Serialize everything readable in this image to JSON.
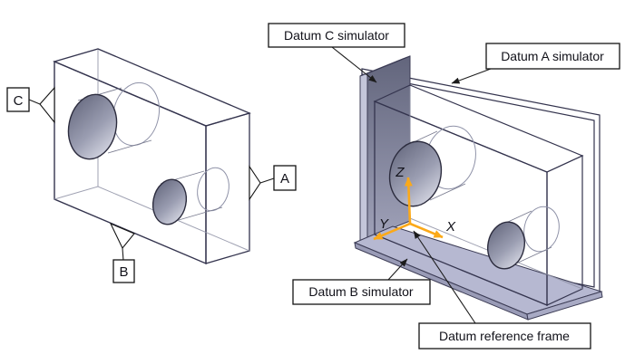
{
  "figure_left": {
    "description_role": "part with datum feature symbols",
    "datums": {
      "c": "C",
      "a": "A",
      "b": "B"
    }
  },
  "figure_right": {
    "description_role": "part seated in datum simulator fixture",
    "callouts": {
      "datum_c": "Datum C simulator",
      "datum_a": "Datum A simulator",
      "datum_b": "Datum B simulator",
      "datum_ref": "Datum reference frame"
    },
    "axes": {
      "x": "X",
      "y": "Y",
      "z": "Z"
    }
  },
  "colors": {
    "background": "#ffffff",
    "axis_orange": "#FBA919",
    "part_front_left_fig": "#d7d9ea",
    "part_front_right_fig": "#b5b8d4",
    "fixture_plate_face": "#a6a8c7",
    "fixture_plate_rim": "#c9cbdf",
    "dark_plate_face": "#6b6e86",
    "edge_line": "#34344e",
    "label_border": "#141414"
  }
}
